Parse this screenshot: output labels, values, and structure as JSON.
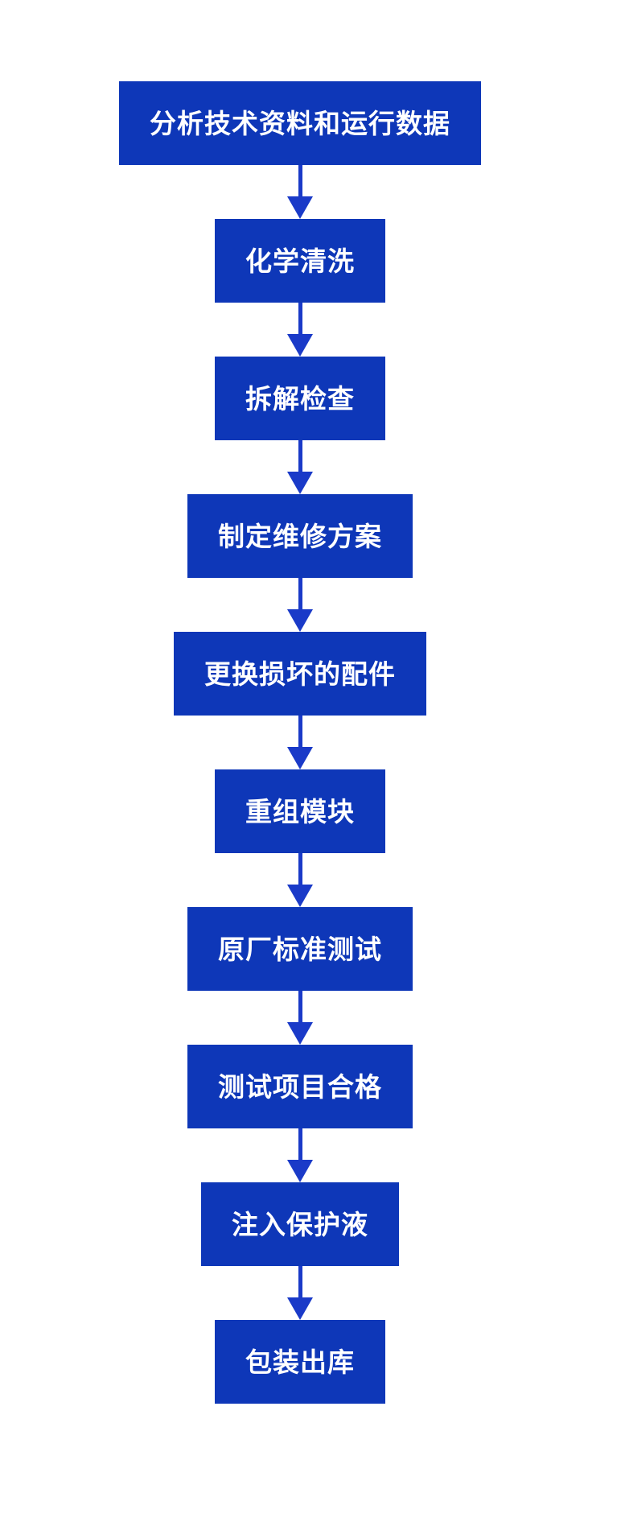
{
  "page": {
    "background_color": "#ffffff"
  },
  "flowchart": {
    "type": "flowchart",
    "direction": "top-to-bottom",
    "node_color": "#0e37b8",
    "arrow_color": "#1a3ac8",
    "text_color": "#ffffff",
    "steps": [
      {
        "label": "分析技术资料和运行数据"
      },
      {
        "label": "化学清洗"
      },
      {
        "label": "拆解检查"
      },
      {
        "label": "制定维修方案"
      },
      {
        "label": "更换损坏的配件"
      },
      {
        "label": "重组模块"
      },
      {
        "label": "原厂标准测试"
      },
      {
        "label": "测试项目合格"
      },
      {
        "label": "注入保护液"
      },
      {
        "label": "包装出库"
      }
    ]
  }
}
